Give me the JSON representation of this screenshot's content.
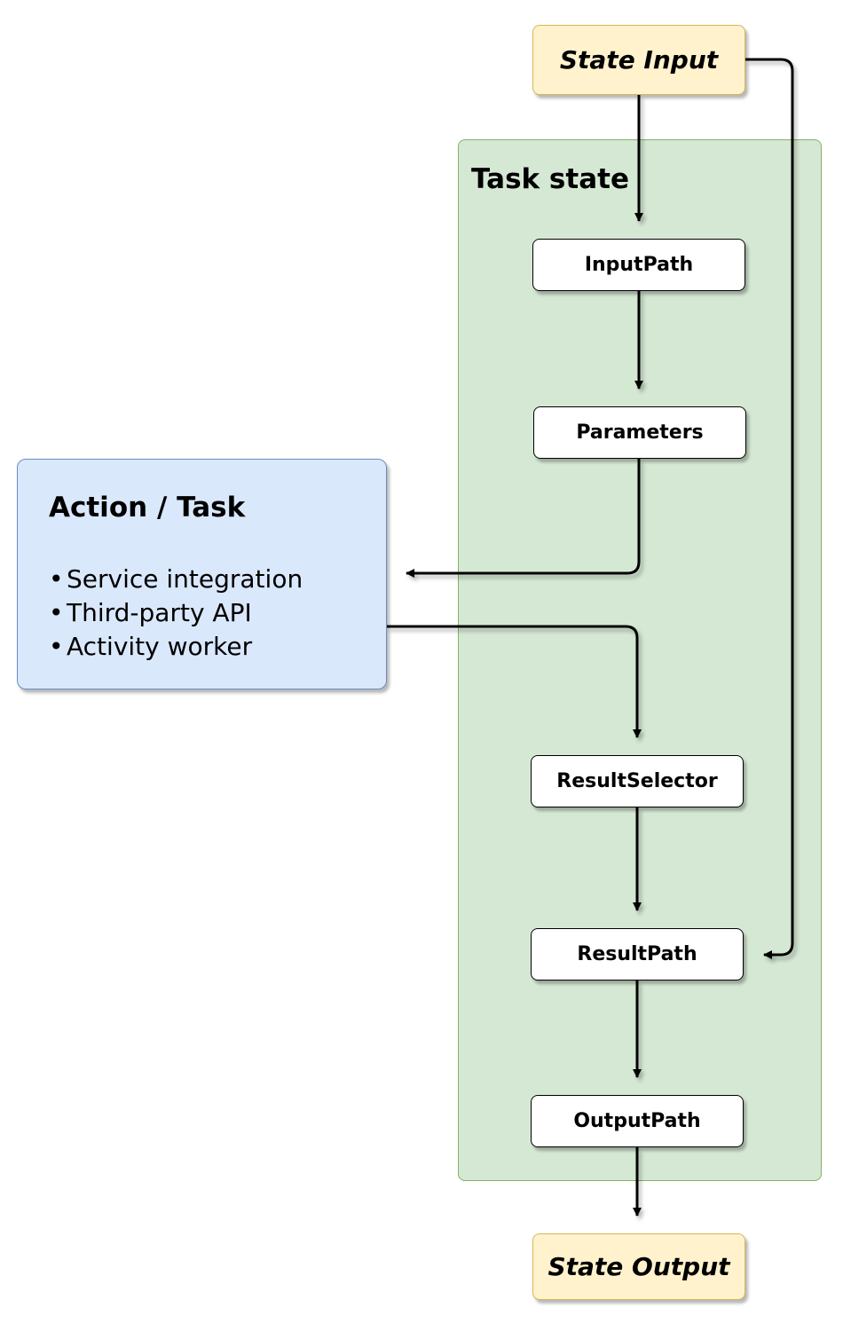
{
  "diagram": {
    "group": {
      "title": "Task state",
      "fill": "#d5e8d4",
      "stroke": "#82b366"
    },
    "nodes": {
      "state_input": "State Input",
      "input_path": "InputPath",
      "parameters": "Parameters",
      "result_selector": "ResultSelector",
      "result_path": "ResultPath",
      "output_path": "OutputPath",
      "state_output": "State Output"
    },
    "action": {
      "title": "Action / Task",
      "bullet": "•",
      "items": [
        "Service integration",
        "Third-party API",
        "Activity worker"
      ]
    },
    "edges": [
      {
        "from": "State Input",
        "to": "InputPath"
      },
      {
        "from": "State Input",
        "to": "ResultPath"
      },
      {
        "from": "InputPath",
        "to": "Parameters"
      },
      {
        "from": "Parameters",
        "to": "Action / Task"
      },
      {
        "from": "Action / Task",
        "to": "ResultSelector"
      },
      {
        "from": "ResultSelector",
        "to": "ResultPath"
      },
      {
        "from": "ResultPath",
        "to": "OutputPath"
      },
      {
        "from": "OutputPath",
        "to": "State Output"
      }
    ],
    "colors": {
      "terminal_fill": "#fff2cc",
      "terminal_stroke": "#d6b656",
      "action_fill": "#dae8fc",
      "action_stroke": "#6c8ebf",
      "edge": "#000000"
    }
  }
}
